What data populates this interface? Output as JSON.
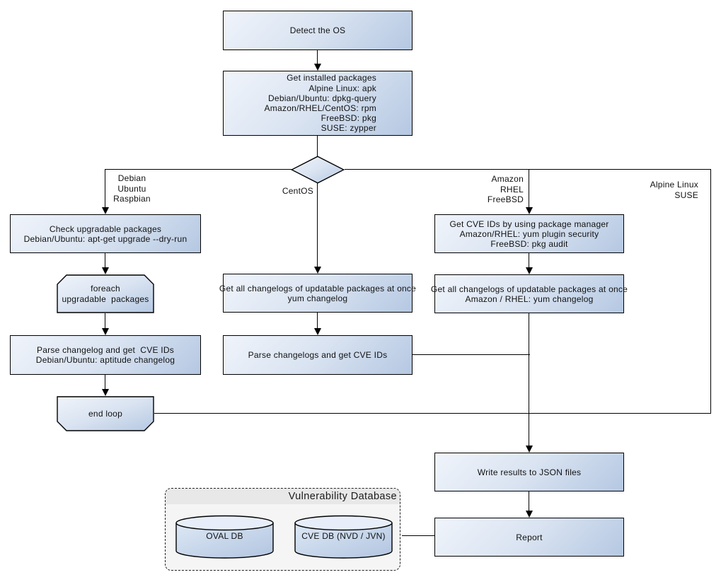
{
  "nodes": {
    "detect_os": {
      "label": "Detect the OS"
    },
    "get_installed_packages": {
      "lines": [
        "Get installed packages",
        "Alpine Linux: apk",
        "Debian/Ubuntu: dpkg-query",
        "Amazon/RHEL/CentOS: rpm",
        "FreeBSD: pkg",
        "SUSE: zypper"
      ]
    },
    "check_upgradable": {
      "lines": [
        "Check upgradable packages",
        "Debian/Ubuntu: apt-get upgrade --dry-run"
      ]
    },
    "foreach_loop": {
      "lines": [
        "foreach",
        "upgradable  packages"
      ]
    },
    "parse_changelog_deb": {
      "lines": [
        "Parse changelog and get  CVE IDs",
        "Debian/Ubuntu: aptitude changelog"
      ]
    },
    "end_loop": {
      "label": "end loop"
    },
    "get_changelogs_yum": {
      "lines": [
        "Get all changelogs of updatable packages at once",
        "yum changelog"
      ]
    },
    "parse_changelogs_yum": {
      "label": "Parse changelogs and get CVE IDs"
    },
    "get_cve_ids_pkg_mgr": {
      "lines": [
        "Get CVE IDs by using package manager",
        "Amazon/RHEL: yum plugin security",
        "FreeBSD: pkg audit"
      ]
    },
    "get_changelogs_amazon_rhel": {
      "lines": [
        "Get all changelogs of updatable packages at once",
        "Amazon / RHEL: yum changelog"
      ]
    },
    "write_results": {
      "label": "Write results to JSON files"
    },
    "report": {
      "label": "Report"
    }
  },
  "branch_labels": {
    "left": [
      "Debian",
      "Ubuntu",
      "Raspbian"
    ],
    "center": "CentOS",
    "right": [
      "Amazon",
      "RHEL",
      "FreeBSD"
    ],
    "far_right": [
      "Alpine Linux",
      "SUSE"
    ]
  },
  "vulnerability_database": {
    "title": "Vulnerability Database",
    "cylinders": [
      {
        "label": "OVAL DB"
      },
      {
        "label": "CVE DB (NVD / JVN)"
      }
    ]
  },
  "colors": {
    "node_gradient_start": "#f0f4fb",
    "node_gradient_end": "#b5c8e2",
    "node_border": "#000000",
    "connector": "#000000",
    "group_background": "#f5f5f5",
    "group_header_background": "#e8e8e8",
    "canvas_background": "#ffffff"
  }
}
